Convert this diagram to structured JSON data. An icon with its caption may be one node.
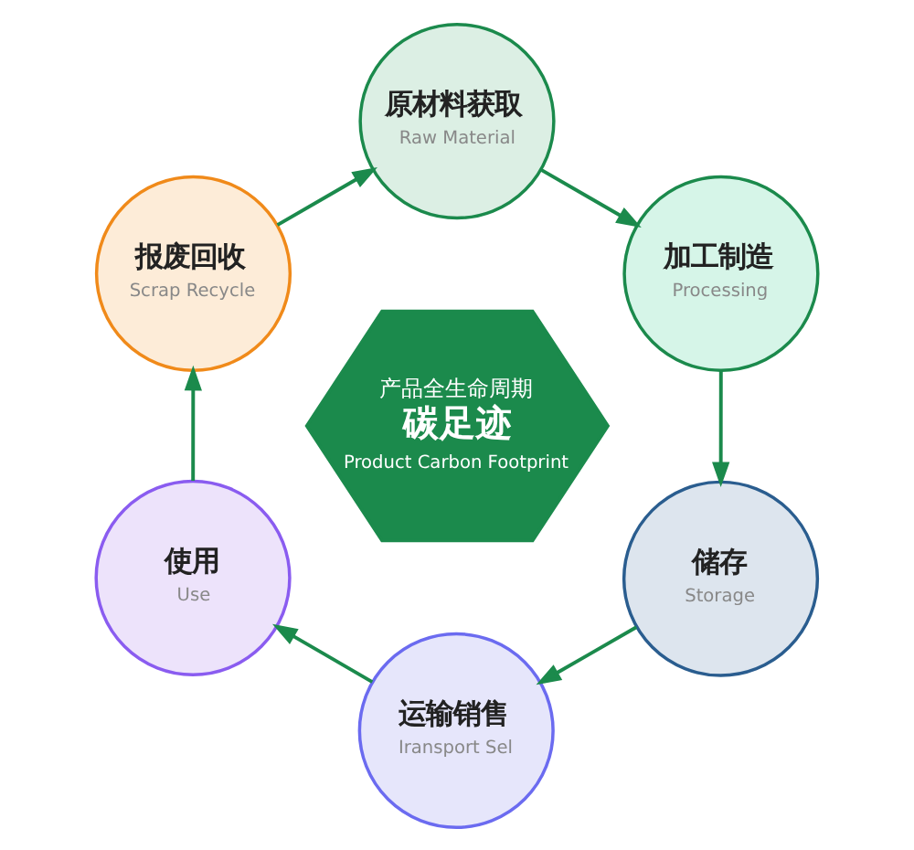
{
  "diagram": {
    "nodes": [
      {
        "text": [
          "原材料获取",
          "Raw Material"
        ]
      },
      {
        "text": [
          "加工制造",
          "Processing"
        ]
      },
      {
        "text": [
          "储存",
          "Storage"
        ]
      },
      {
        "text": [
          "运输销售",
          "Iransport Sel"
        ]
      },
      {
        "text": [
          "使用",
          "Use"
        ]
      },
      {
        "text": [
          "报废回收",
          "Scrap Recycle"
        ]
      },
      {
        "text": [
          "产品全生命周期",
          "碳足迹",
          "Product Carbon Footprint"
        ]
      }
    ],
    "edges": [
      {
        "from": 0,
        "to": 1,
        "arrow": "to"
      },
      {
        "from": 1,
        "to": 2,
        "arrow": "to"
      },
      {
        "from": 2,
        "to": 3,
        "arrow": "to"
      },
      {
        "from": 3,
        "to": 4,
        "arrow": "to"
      },
      {
        "from": 4,
        "to": 5,
        "arrow": "to"
      },
      {
        "from": 5,
        "to": 0,
        "arrow": "to"
      }
    ]
  }
}
